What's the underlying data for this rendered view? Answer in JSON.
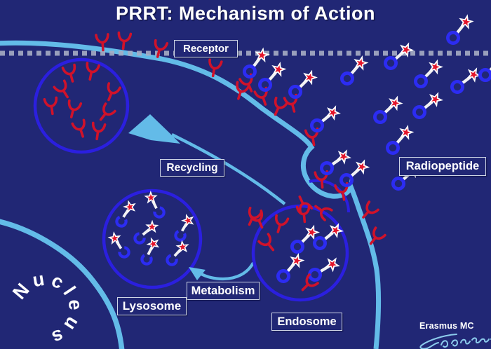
{
  "title": "PRRT: Mechanism of Action",
  "labels": {
    "receptor": "Receptor",
    "recycling": "Recycling",
    "radiopeptide": "Radiopeptide",
    "metabolism": "Metabolism",
    "lysosome": "Lysosome",
    "endosome": "Endosome"
  },
  "nucleus_label": "Nucleus",
  "logo": {
    "text": "Erasmus MC"
  },
  "colors": {
    "background": "#212775",
    "membrane_light_blue": "#63bbe8",
    "vesicle_stroke_blue": "#2b1fdf",
    "peptide_ring_blue": "#2c2cf2",
    "receptor_red": "#d0122a",
    "star_red": "#e3152b",
    "star_outline": "#ffffff",
    "linker_white": "#f2f2f4",
    "dashed_membrane_gray": "#a6adc4",
    "label_border": "#cfd6e6",
    "text_white": "#ffffff",
    "signature_light_blue": "#8ccbec"
  },
  "icons": {
    "receptor": "red-y-shaped-receptor",
    "radiopeptide": "blue-ring-white-linker-red-star",
    "metabolized_peptide": "broken-blue-ring-red-star",
    "recycling_arrow": "light-blue-curved-arrow-left",
    "metabolism_arrow": "light-blue-curved-arrow-left",
    "erasmus_signature": "handwritten-signature-scribble"
  }
}
